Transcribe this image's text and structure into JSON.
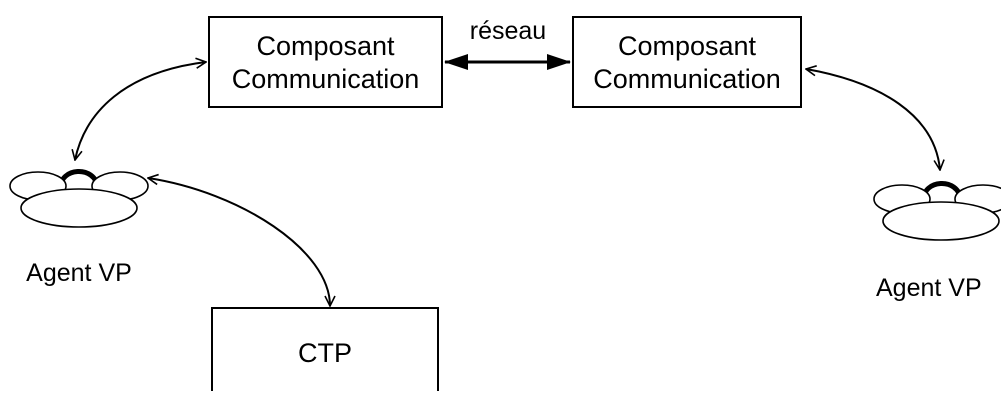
{
  "diagram": {
    "nodes": {
      "comm_left": {
        "line1": "Composant",
        "line2": "Communication"
      },
      "comm_right": {
        "line1": "Composant",
        "line2": "Communication"
      },
      "ctp": {
        "label": "CTP"
      },
      "agent_left": {
        "label": "Agent VP"
      },
      "agent_right": {
        "label": "Agent VP"
      }
    },
    "edges": {
      "network": {
        "label": "réseau"
      }
    }
  }
}
